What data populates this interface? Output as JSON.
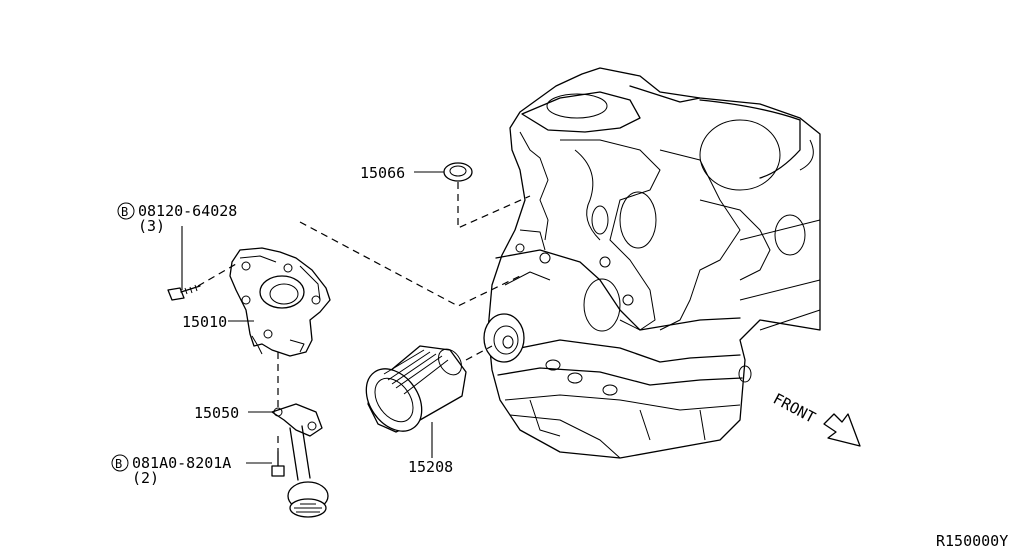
{
  "callouts": {
    "p15066": "15066",
    "bolt1_code": "08120-64028",
    "bolt1_qty": "(3)",
    "bolt1_mark": "B",
    "p15010": "15010",
    "p15050": "15050",
    "bolt2_code": "081A0-8201A",
    "bolt2_qty": "(2)",
    "bolt2_mark": "B",
    "p15208": "15208"
  },
  "front_label": "FRONT",
  "diagram_id": "R150000Y",
  "icons": {
    "bolt_marker": "circled-letter-icon",
    "front_arrow": "arrow-down-right-icon"
  }
}
